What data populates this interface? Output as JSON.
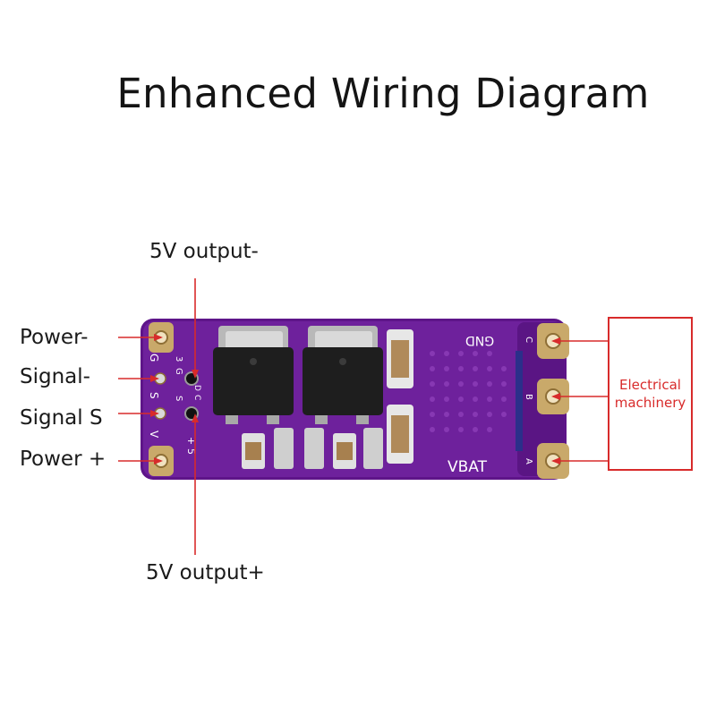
{
  "title": "Enhanced Wiring Diagram",
  "labels": {
    "output_minus": "5V output-",
    "output_plus": "5V output+",
    "power_minus": "Power-",
    "signal_minus": "Signal-",
    "signal_s": "Signal S",
    "power_plus": "Power +"
  },
  "machine": {
    "line1": "Electrical",
    "line2": "machinery"
  },
  "board": {
    "gnd": "GND",
    "vbat": "VBAT",
    "left_pins": [
      "G",
      "S",
      "V"
    ],
    "mid_pins_top": [
      "3",
      "G"
    ],
    "mid_pins_mid": [
      "S",
      "D",
      "C"
    ],
    "mid_pins_bot": [
      "+",
      "5"
    ],
    "right_pins": [
      "C",
      "B",
      "A"
    ]
  },
  "colors": {
    "board": "#6b1e9a",
    "wire": "#d82b2b",
    "pad": "#c9a96a"
  }
}
